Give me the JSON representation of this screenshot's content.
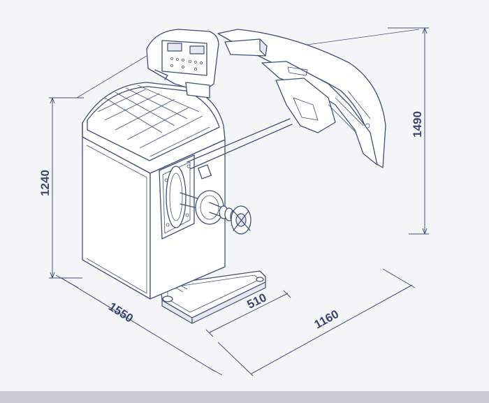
{
  "dimensions": {
    "height_body": "1240",
    "height_total": "1490",
    "depth": "1550",
    "width_base": "510",
    "width_total": "1160"
  },
  "colors": {
    "line": "#3f4f78",
    "text": "#3a4670",
    "background": "#f4f5f7"
  }
}
